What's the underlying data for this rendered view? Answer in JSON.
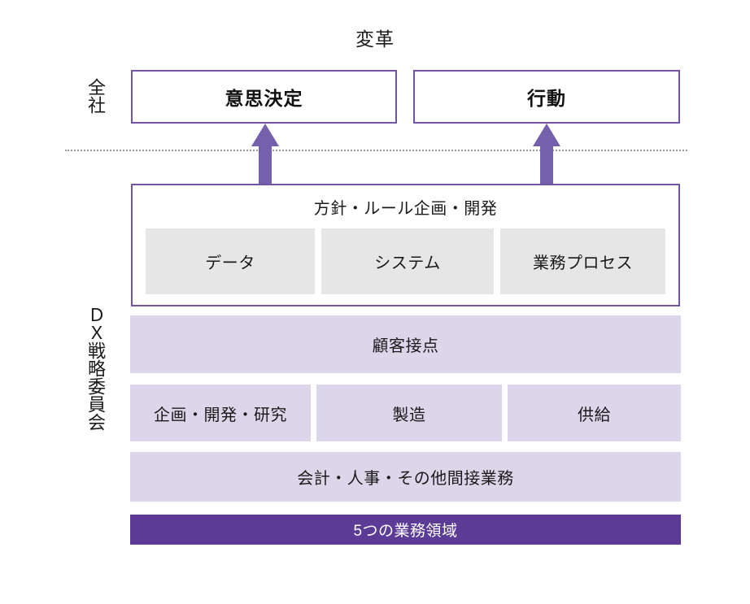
{
  "diagram": {
    "title": "変革",
    "colors": {
      "outline_purple": "#7254a3",
      "arrow_purple": "#7560ad",
      "band_lavender": "#ddd6ea",
      "footer_purple": "#5b3b96",
      "gray_cell": "#e6e6e6",
      "dotted_line": "#9b9b9b"
    }
  },
  "side_labels": {
    "company": "全社",
    "dx_committee": "ＤＸ戦略委員会"
  },
  "top_row": {
    "boxes": [
      {
        "label": "意思決定"
      },
      {
        "label": "行動"
      }
    ]
  },
  "arrows": [
    {
      "name": "arrow-to-decision",
      "direction": "up"
    },
    {
      "name": "arrow-to-action",
      "direction": "up"
    }
  ],
  "dx_container": {
    "title": "方針・ルール企画・開発",
    "cells": [
      {
        "label": "データ"
      },
      {
        "label": "システム"
      },
      {
        "label": "業務プロセス"
      }
    ]
  },
  "bands": {
    "customer": "顧客接点",
    "operations": [
      {
        "label": "企画・開発・研究"
      },
      {
        "label": "製造"
      },
      {
        "label": "供給"
      }
    ],
    "indirect": "会計・人事・その他間接業務",
    "footer": "5つの業務領域"
  }
}
